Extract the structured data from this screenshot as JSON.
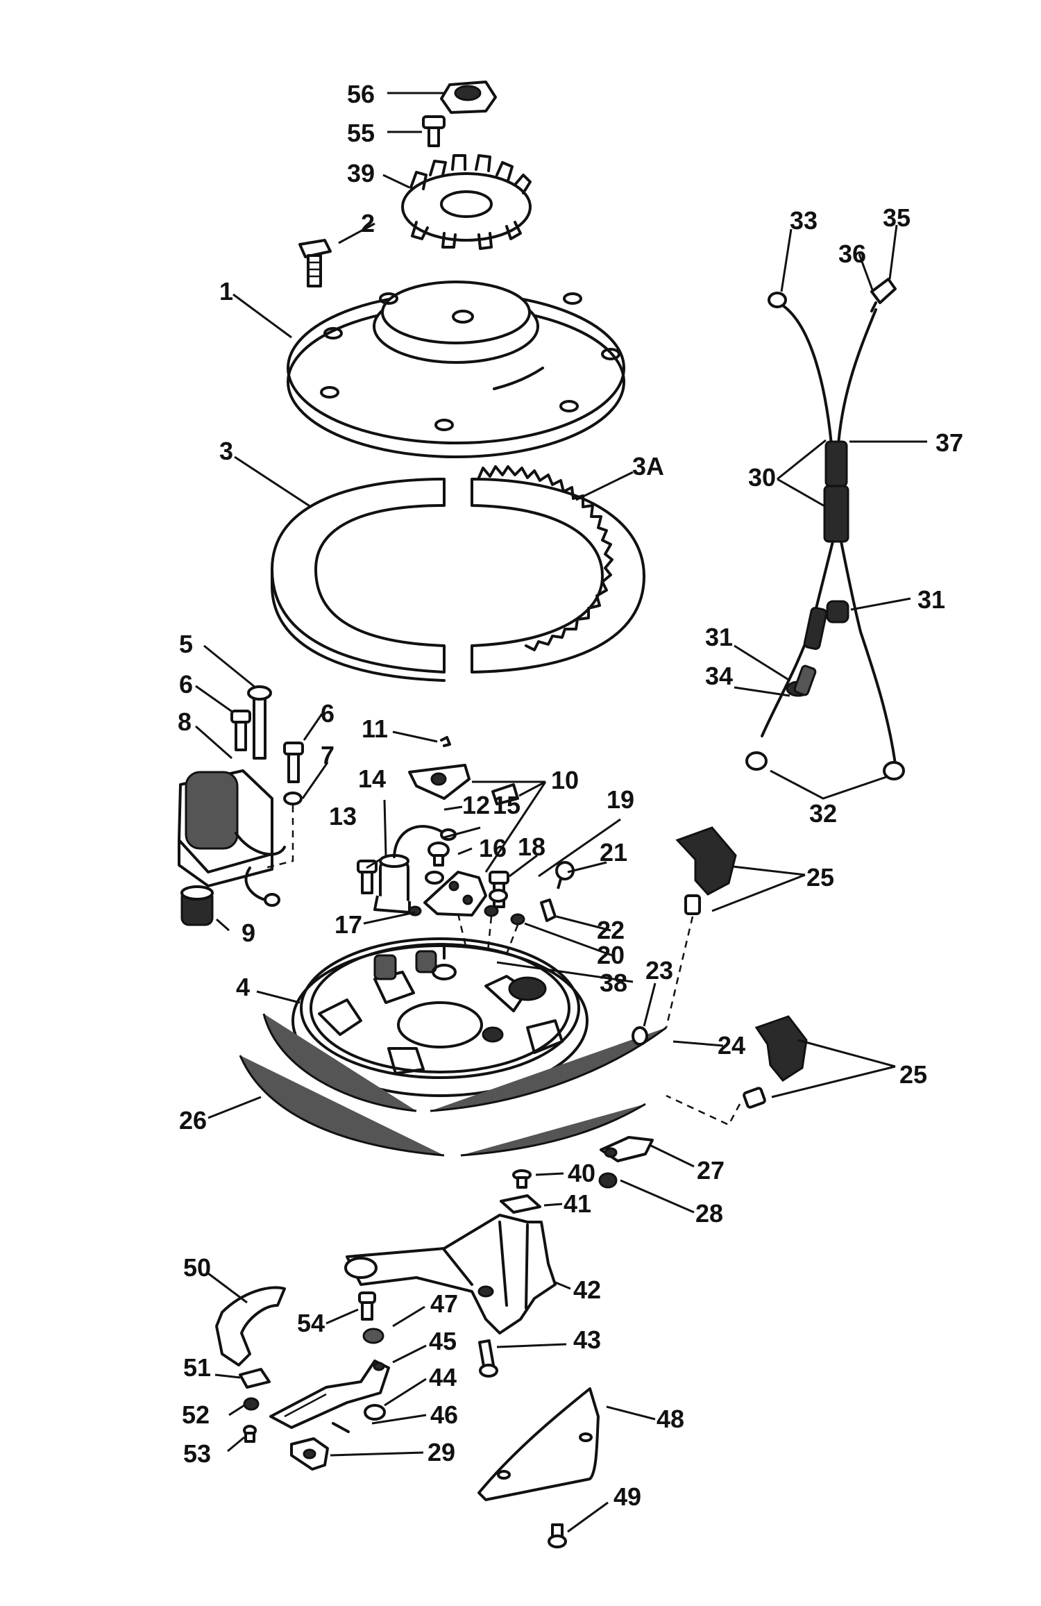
{
  "diagram": {
    "callouts": [
      {
        "key": "p56",
        "label": "56"
      },
      {
        "key": "p55",
        "label": "55"
      },
      {
        "key": "p39",
        "label": "39"
      },
      {
        "key": "p2",
        "label": "2"
      },
      {
        "key": "p1",
        "label": "1"
      },
      {
        "key": "p33",
        "label": "33"
      },
      {
        "key": "p35",
        "label": "35"
      },
      {
        "key": "p36",
        "label": "36"
      },
      {
        "key": "p37",
        "label": "37"
      },
      {
        "key": "p30",
        "label": "30"
      },
      {
        "key": "p31a",
        "label": "31"
      },
      {
        "key": "p31b",
        "label": "31"
      },
      {
        "key": "p34",
        "label": "34"
      },
      {
        "key": "p32",
        "label": "32"
      },
      {
        "key": "p3",
        "label": "3"
      },
      {
        "key": "p3A",
        "label": "3A"
      },
      {
        "key": "p5",
        "label": "5"
      },
      {
        "key": "p6a",
        "label": "6"
      },
      {
        "key": "p6b",
        "label": "6"
      },
      {
        "key": "p8",
        "label": "8"
      },
      {
        "key": "p7",
        "label": "7"
      },
      {
        "key": "p9",
        "label": "9"
      },
      {
        "key": "p11",
        "label": "11"
      },
      {
        "key": "p10",
        "label": "10"
      },
      {
        "key": "p14",
        "label": "14"
      },
      {
        "key": "p12",
        "label": "12"
      },
      {
        "key": "p15",
        "label": "15"
      },
      {
        "key": "p13",
        "label": "13"
      },
      {
        "key": "p16",
        "label": "16"
      },
      {
        "key": "p18",
        "label": "18"
      },
      {
        "key": "p19",
        "label": "19"
      },
      {
        "key": "p21",
        "label": "21"
      },
      {
        "key": "p17",
        "label": "17"
      },
      {
        "key": "p22",
        "label": "22"
      },
      {
        "key": "p20",
        "label": "20"
      },
      {
        "key": "p38",
        "label": "38"
      },
      {
        "key": "p25a",
        "label": "25"
      },
      {
        "key": "p23",
        "label": "23"
      },
      {
        "key": "p4",
        "label": "4"
      },
      {
        "key": "p24",
        "label": "24"
      },
      {
        "key": "p25b",
        "label": "25"
      },
      {
        "key": "p26",
        "label": "26"
      },
      {
        "key": "p40",
        "label": "40"
      },
      {
        "key": "p27",
        "label": "27"
      },
      {
        "key": "p41",
        "label": "41"
      },
      {
        "key": "p28",
        "label": "28"
      },
      {
        "key": "p50",
        "label": "50"
      },
      {
        "key": "p42",
        "label": "42"
      },
      {
        "key": "p47",
        "label": "47"
      },
      {
        "key": "p54",
        "label": "54"
      },
      {
        "key": "p45",
        "label": "45"
      },
      {
        "key": "p43",
        "label": "43"
      },
      {
        "key": "p51",
        "label": "51"
      },
      {
        "key": "p44",
        "label": "44"
      },
      {
        "key": "p52",
        "label": "52"
      },
      {
        "key": "p46",
        "label": "46"
      },
      {
        "key": "p48",
        "label": "48"
      },
      {
        "key": "p53",
        "label": "53"
      },
      {
        "key": "p29",
        "label": "29"
      },
      {
        "key": "p49",
        "label": "49"
      }
    ]
  }
}
